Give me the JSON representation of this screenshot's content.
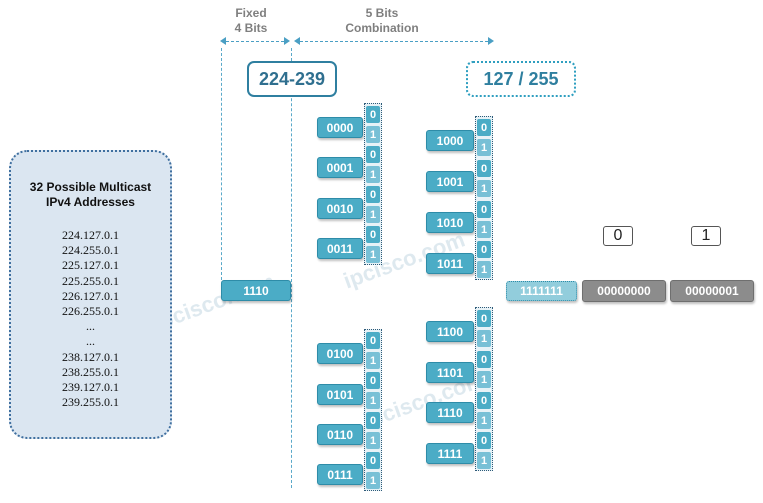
{
  "header": {
    "fixed_line1": "Fixed",
    "fixed_line2": "4 Bits",
    "combo_line1": "5 Bits",
    "combo_line2": "Combination"
  },
  "ranges": {
    "left": "224-239",
    "right": "127 / 255"
  },
  "list": {
    "title_line1": "32 Possible Multicast",
    "title_line2": "IPv4 Addresses",
    "items": [
      "224.127.0.1",
      "224.255.0.1",
      "225.127.0.1",
      "225.255.0.1",
      "226.127.0.1",
      "226.255.0.1",
      "...",
      "...",
      "238.127.0.1",
      "238.255.0.1",
      "239.127.0.1",
      "239.255.0.1"
    ]
  },
  "fixed_bits": "1110",
  "group_a": [
    "0000",
    "0001",
    "0010",
    "0011"
  ],
  "group_b": [
    "0100",
    "0101",
    "0110",
    "0111"
  ],
  "group_c": [
    "1000",
    "1001",
    "1010",
    "1011"
  ],
  "group_d": [
    "1100",
    "1101",
    "1110",
    "1111"
  ],
  "bit0": "0",
  "bit1": "1",
  "tail": {
    "ones": "1111111",
    "zeros": "00000000",
    "last": "00000001"
  },
  "selectors": {
    "left": "0",
    "right": "1"
  },
  "watermark": "ipcisco.com",
  "colors": {
    "primary": "#4bacc6",
    "light": "#92cddc",
    "gray": "#8c8c8c",
    "dark_border": "#2f7fa0",
    "list_bg": "#dbe6f1"
  }
}
